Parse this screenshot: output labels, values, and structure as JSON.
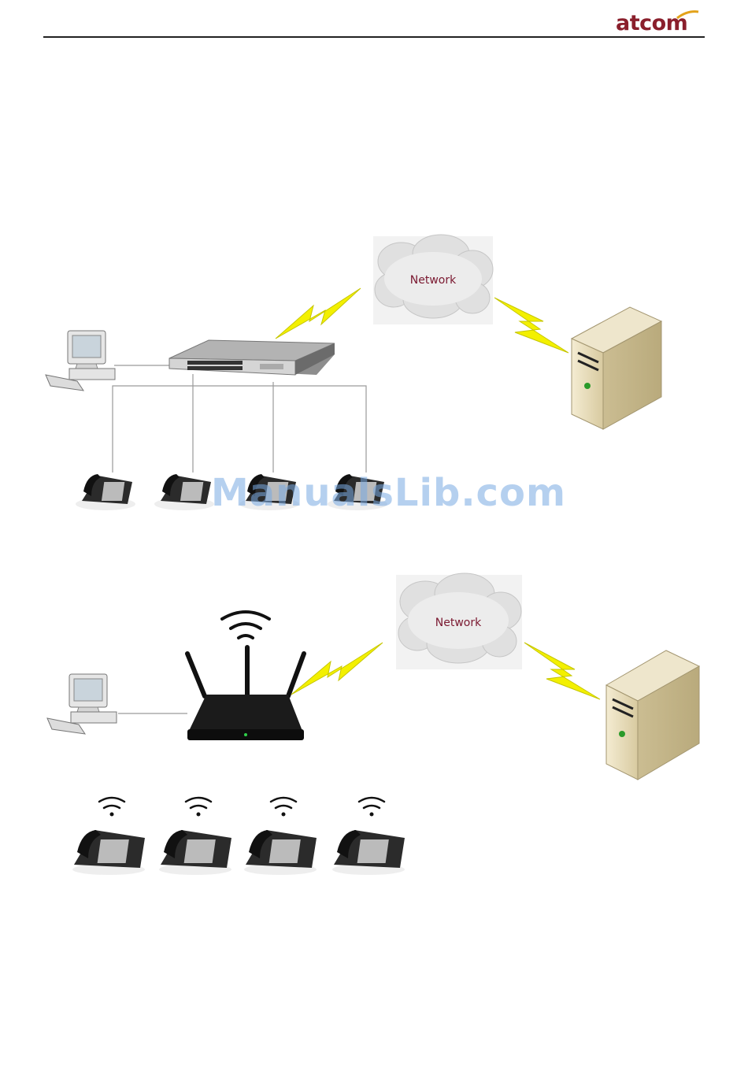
{
  "header": {
    "brand": "atcom"
  },
  "diagram_switch": {
    "cloud_label": "Network"
  },
  "diagram_router": {
    "cloud_label": "Network"
  },
  "watermark": "ManualsLib.com",
  "colors": {
    "brand": "#8a1f2c",
    "lightning": "#f3f000",
    "server": "#e9dfbf",
    "cloud_text": "#7a1830"
  }
}
